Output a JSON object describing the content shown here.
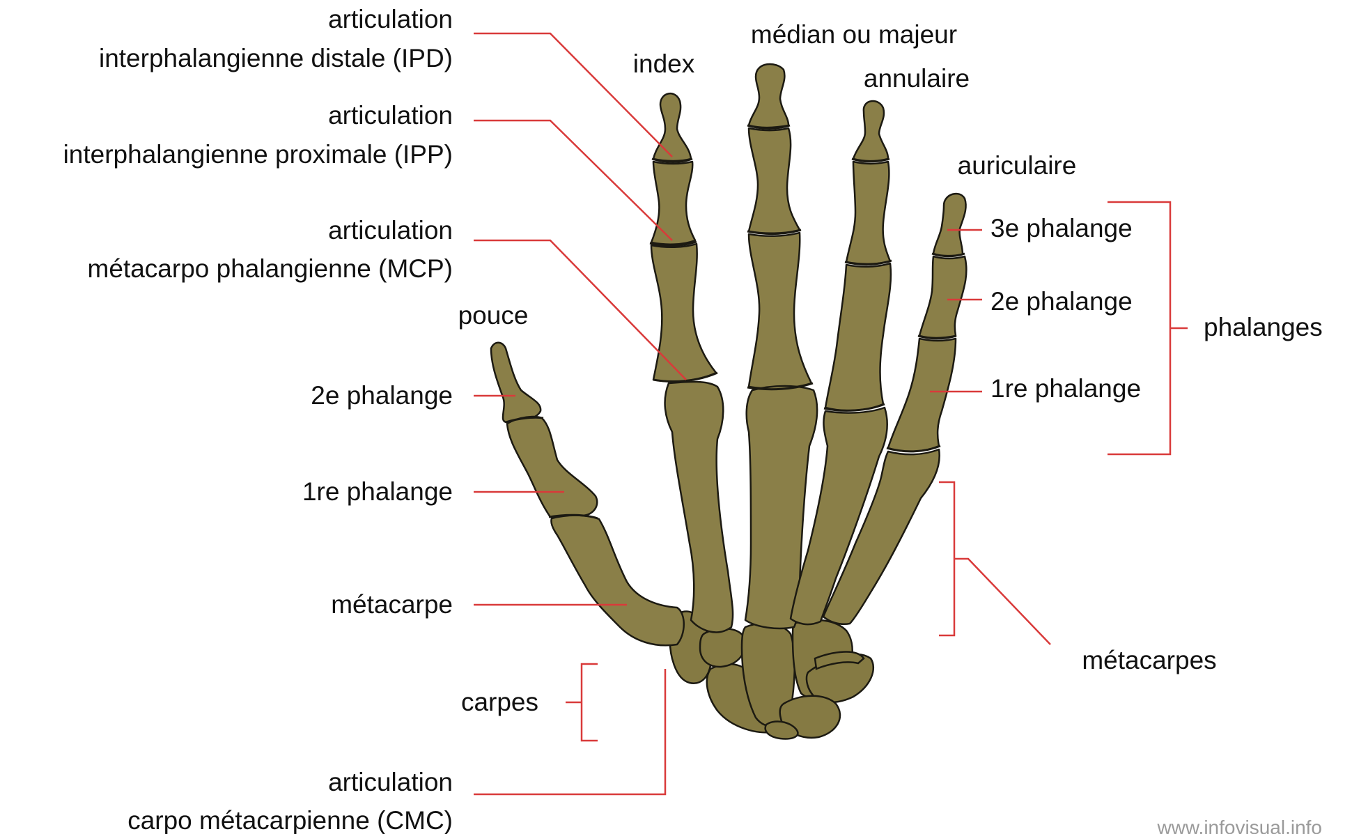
{
  "labels": {
    "ipd_1": "articulation",
    "ipd_2": "interphalangienne distale (IPD)",
    "ipp_1": "articulation",
    "ipp_2": "interphalangienne proximale (IPP)",
    "mcp_1": "articulation",
    "mcp_2": "métacarpo phalangienne (MCP)",
    "pouce": "pouce",
    "thumb_2e": "2e phalange",
    "thumb_1re": "1re phalange",
    "metacarpe": "métacarpe",
    "carpes": "carpes",
    "cmc_1": "articulation",
    "cmc_2": "carpo métacarpienne (CMC)",
    "index": "index",
    "majeur": "médian ou majeur",
    "annulaire": "annulaire",
    "auriculaire": "auriculaire",
    "phal_3e": "3e phalange",
    "phal_2e": "2e phalange",
    "phal_1re": "1re phalange",
    "phalanges": "phalanges",
    "metacarpes": "métacarpes"
  },
  "watermark": "www.infovisual.info",
  "colors": {
    "bone": "#8a7f48",
    "outline": "#1c1a12",
    "leader": "#d93a3a"
  }
}
